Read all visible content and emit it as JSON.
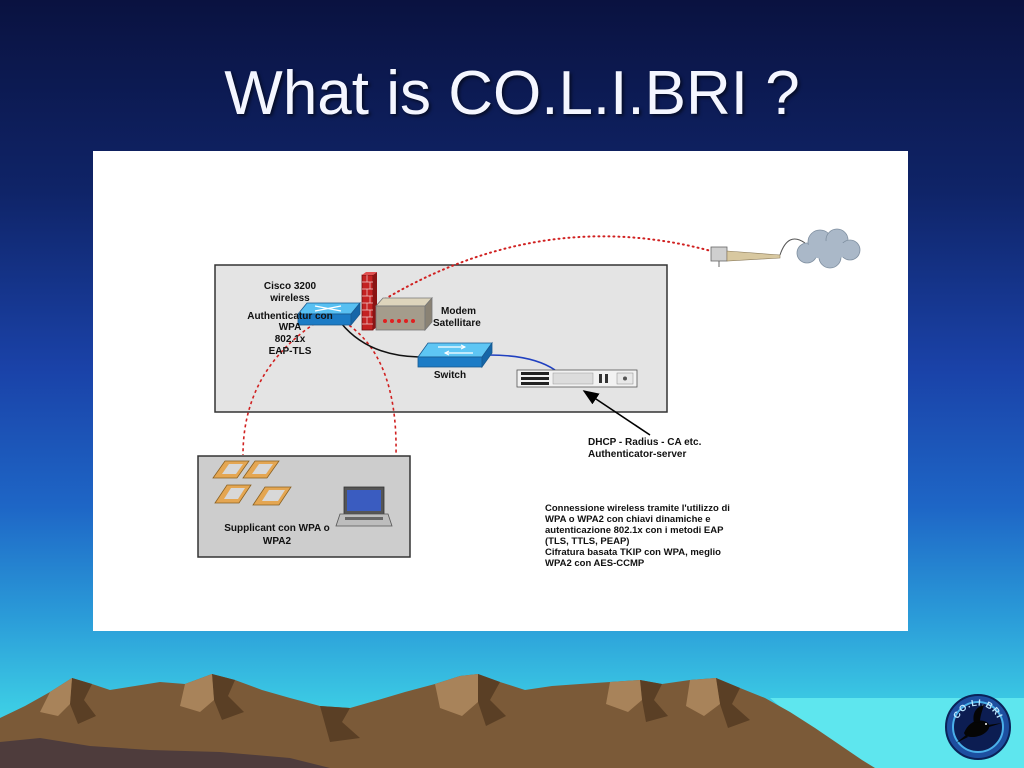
{
  "slide": {
    "title": "What is CO.L.I.BRI ?"
  },
  "diagram": {
    "cisco_label": [
      "Cisco 3200",
      "wireless",
      "Authenticatur con",
      "WPA",
      "802.1x",
      "EAP-TLS"
    ],
    "modem_label": [
      "Modem",
      "Satellitare"
    ],
    "switch_label": "Switch",
    "server_label": [
      "DHCP - Radius - CA etc.",
      "Authenticator-server"
    ],
    "supplicant_label": [
      "Supplicant con WPA o",
      "WPA2"
    ],
    "description": [
      "Connessione wireless tramite l'utilizzo di",
      "WPA o WPA2 con chiavi dinamiche e",
      "autenticazione 802.1x con i metodi EAP",
      "(TLS, TTLS, PEAP)",
      "Cifratura basata TKIP con WPA, meglio",
      "WPA2 con AES-CCMP"
    ],
    "icons": [
      "router-icon",
      "firewall-icon",
      "satellite-modem-icon",
      "switch-icon",
      "server-rack-icon",
      "satellite-dish-icon",
      "cloud-icon",
      "pda-icon",
      "laptop-icon"
    ]
  },
  "logo": {
    "text": "CO.LI.BRI",
    "icon": "hummingbird-logo-icon"
  },
  "colors": {
    "title": "#f4f6ff",
    "background_top": "#0a1240",
    "background_bottom": "#4ad6ea",
    "wireless_link": "#d02020",
    "mountains": "#7b5a38"
  }
}
